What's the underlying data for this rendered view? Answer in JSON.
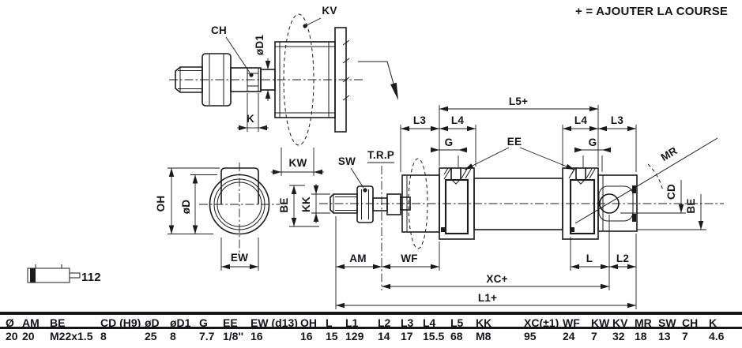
{
  "note": "+ = AJOUTER LA COURSE",
  "drawing": {
    "labels": {
      "ch": "CH",
      "kv": "KV",
      "od1": "øD1",
      "k": "K",
      "kw": "KW",
      "oh": "OH",
      "od": "øD",
      "ew": "EW",
      "icon": "112",
      "sw": "SW",
      "trp": "T.R.P",
      "be_left": "BE",
      "kk": "KK",
      "l3_left": "L3",
      "l4_left": "L4",
      "g_left": "G",
      "l5": "L5+",
      "ee": "EE",
      "l4_right": "L4",
      "l3_right": "L3",
      "g_right": "G",
      "mr": "MR",
      "cd": "CD",
      "be_right": "BE",
      "am": "AM",
      "wf": "WF",
      "l": "L",
      "l2": "L2",
      "xc": "XC+",
      "l1": "L1+"
    }
  },
  "table": {
    "headers": [
      "Ø",
      "AM",
      "BE",
      "CD (H9)",
      "øD",
      "øD1",
      "G",
      "EE",
      "EW (d13)",
      "OH",
      "L",
      "L1",
      "L2",
      "L3",
      "L4",
      "L5",
      "KK",
      "XC(±1)",
      "WF",
      "KW",
      "KV",
      "MR",
      "SW",
      "CH",
      "K"
    ],
    "values": [
      "20",
      "20",
      "M22x1.5",
      "8",
      "25",
      "8",
      "7.7",
      "1/8''",
      "16",
      "16",
      "15",
      "129",
      "14",
      "17",
      "15.5",
      "68",
      "M8",
      "95",
      "24",
      "7",
      "32",
      "18",
      "13",
      "7",
      "4.6"
    ]
  }
}
